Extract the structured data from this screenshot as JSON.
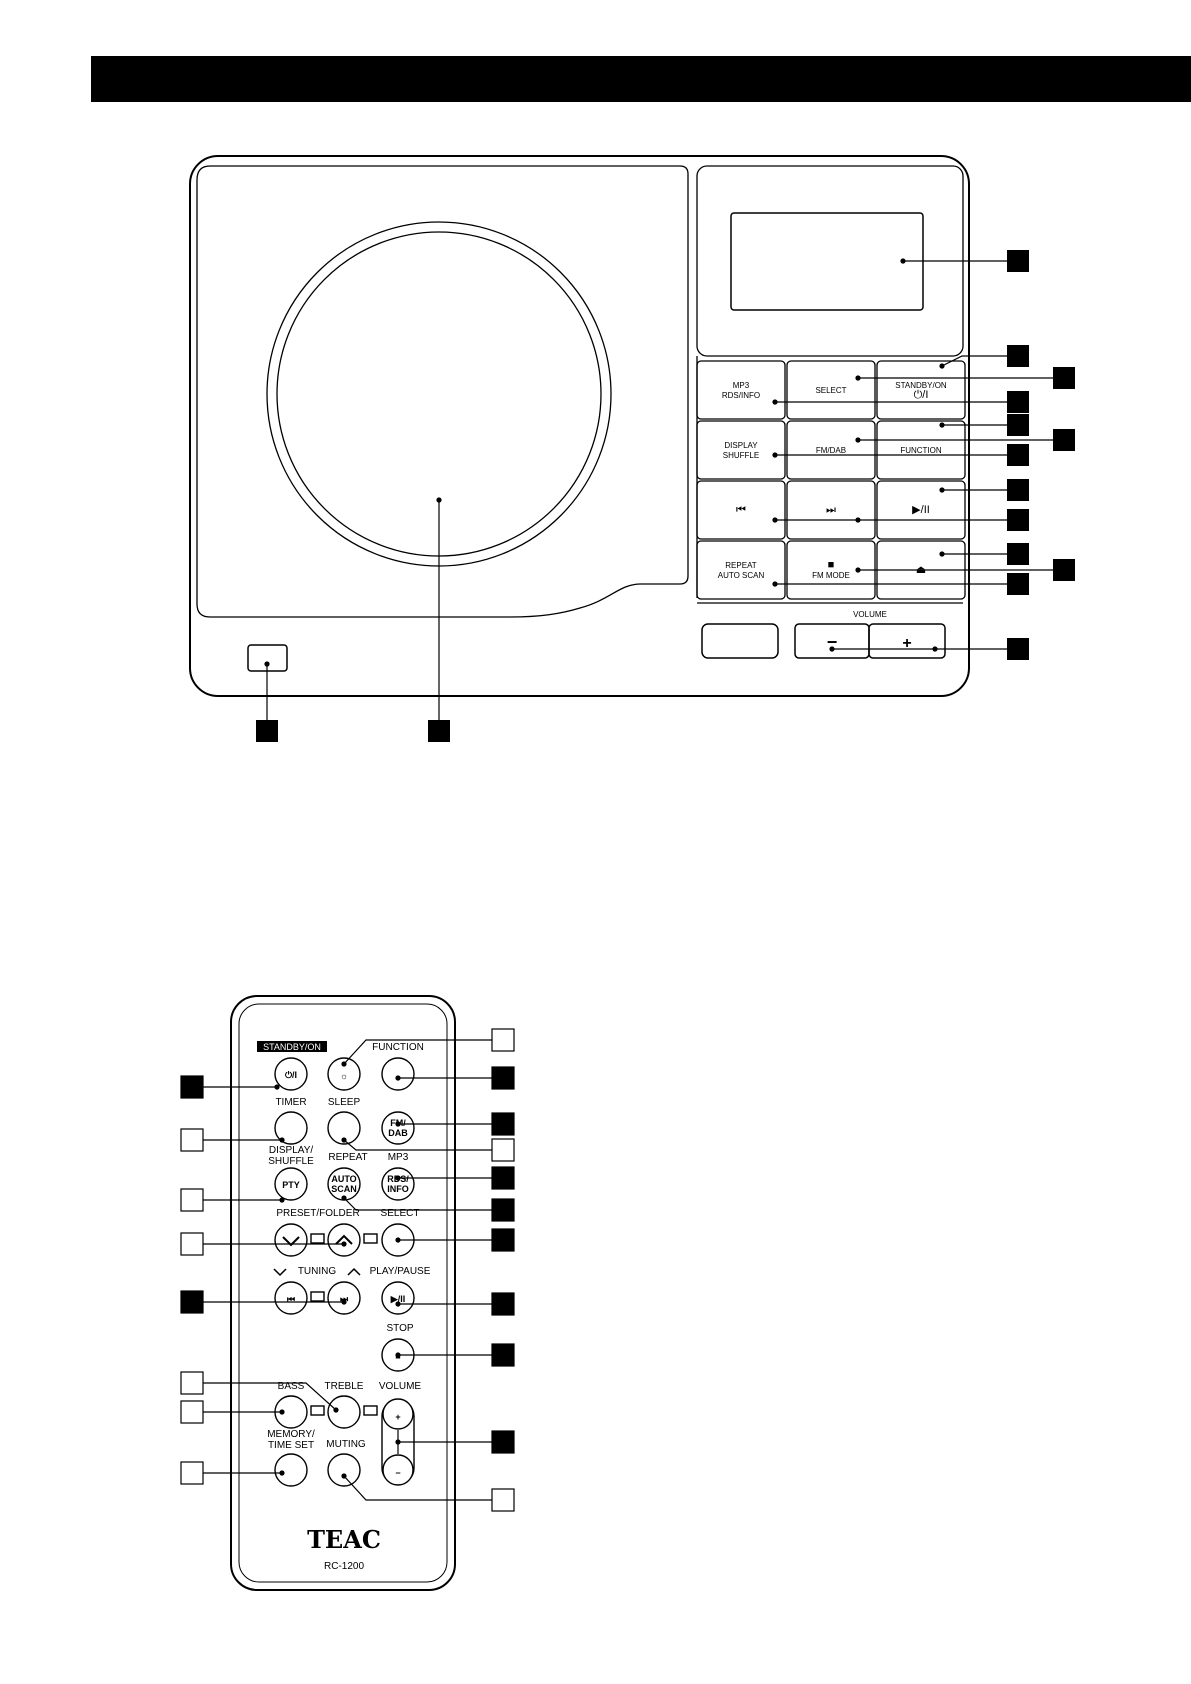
{
  "unit": {
    "panel_buttons": [
      {
        "line1": "MP3",
        "line2": "RDS/INFO"
      },
      {
        "line1": "SELECT",
        "line2": ""
      },
      {
        "line1": "STANDBY/ON",
        "line2": "⏻/I"
      },
      {
        "line1": "DISPLAY",
        "line2": "SHUFFLE"
      },
      {
        "line1": "FM/DAB",
        "line2": ""
      },
      {
        "line1": "FUNCTION",
        "line2": ""
      },
      {
        "line1": "⏮",
        "line2": ""
      },
      {
        "line1": "⏭",
        "line2": ""
      },
      {
        "line1": "▶/II",
        "line2": ""
      },
      {
        "line1": "REPEAT",
        "line2": "AUTO SCAN"
      },
      {
        "line1": "■",
        "line2": "FM MODE"
      },
      {
        "line1": "⏏",
        "line2": ""
      }
    ],
    "volume_label": "VOLUME",
    "volume_minus": "−",
    "volume_plus": "+"
  },
  "remote": {
    "standby_label": "STANDBY/ON",
    "standby_symbol": "⏻/I",
    "dimmer_symbol": "☼",
    "function_label": "FUNCTION",
    "timer_label": "TIMER",
    "sleep_label": "SLEEP",
    "fmdab_line1": "FM/",
    "fmdab_line2": "DAB",
    "display_line1": "DISPLAY/",
    "display_line2": "SHUFFLE",
    "pty": "PTY",
    "repeat_label": "REPEAT",
    "autoscan_line1": "AUTO",
    "autoscan_line2": "SCAN",
    "mp3_label": "MP3",
    "rdsinfo_line1": "RDS/",
    "rdsinfo_line2": "INFO",
    "preset_folder_label": "PRESET/FOLDER",
    "select_label": "SELECT",
    "tuning_label": "TUNING",
    "play_pause_label": "PLAY/PAUSE",
    "skip_back_symbol": "⏮",
    "skip_fwd_symbol": "⏭",
    "play_pause_symbol": "▶/II",
    "stop_label": "STOP",
    "stop_symbol": "■",
    "bass_label": "BASS",
    "treble_label": "TREBLE",
    "volume_label": "VOLUME",
    "volume_plus": "+",
    "volume_minus": "−",
    "memory_line1": "MEMORY/",
    "memory_line2": "TIME SET",
    "muting_label": "MUTING",
    "brand": "TEAC",
    "model": "RC-1200"
  },
  "colors": {
    "ink": "#000000",
    "paper": "#ffffff",
    "soft_line": "#555555"
  }
}
